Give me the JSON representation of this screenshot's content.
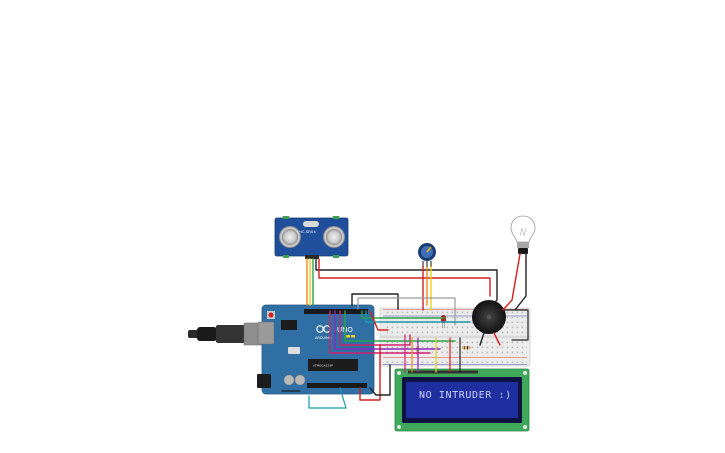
{
  "colors": {
    "background": "#ffffff",
    "arduino_board": "#2f6fa3",
    "breadboard": "#ececec",
    "lcd_frame": "#3fa85a",
    "lcd_screen": "#1f2fa0",
    "sensor_board": "#1f4f9a",
    "wire_red": "#d22020",
    "wire_black": "#222222",
    "wire_orange": "#f08a1c",
    "wire_yellow": "#e9d21a",
    "wire_green": "#2aa44a",
    "wire_magenta": "#d4206e",
    "wire_purple": "#8a2ab8",
    "wire_teal": "#1a9aa8"
  },
  "components": {
    "arduino": {
      "label": "UNO",
      "brand": "ARDUINO",
      "icon": "arduino-infinity-logo"
    },
    "ultrasonic_sensor": {
      "label": "HC-SR04"
    },
    "lcd": {
      "text": "NO INTRUDER :)"
    },
    "potentiometer": {
      "icon": "potentiometer-icon"
    },
    "buzzer": {
      "icon": "piezo-buzzer-icon"
    },
    "light_bulb": {
      "icon": "light-bulb-icon"
    },
    "led": {
      "icon": "led-icon"
    },
    "usb_cable": {
      "icon": "usb-plug-icon"
    }
  }
}
